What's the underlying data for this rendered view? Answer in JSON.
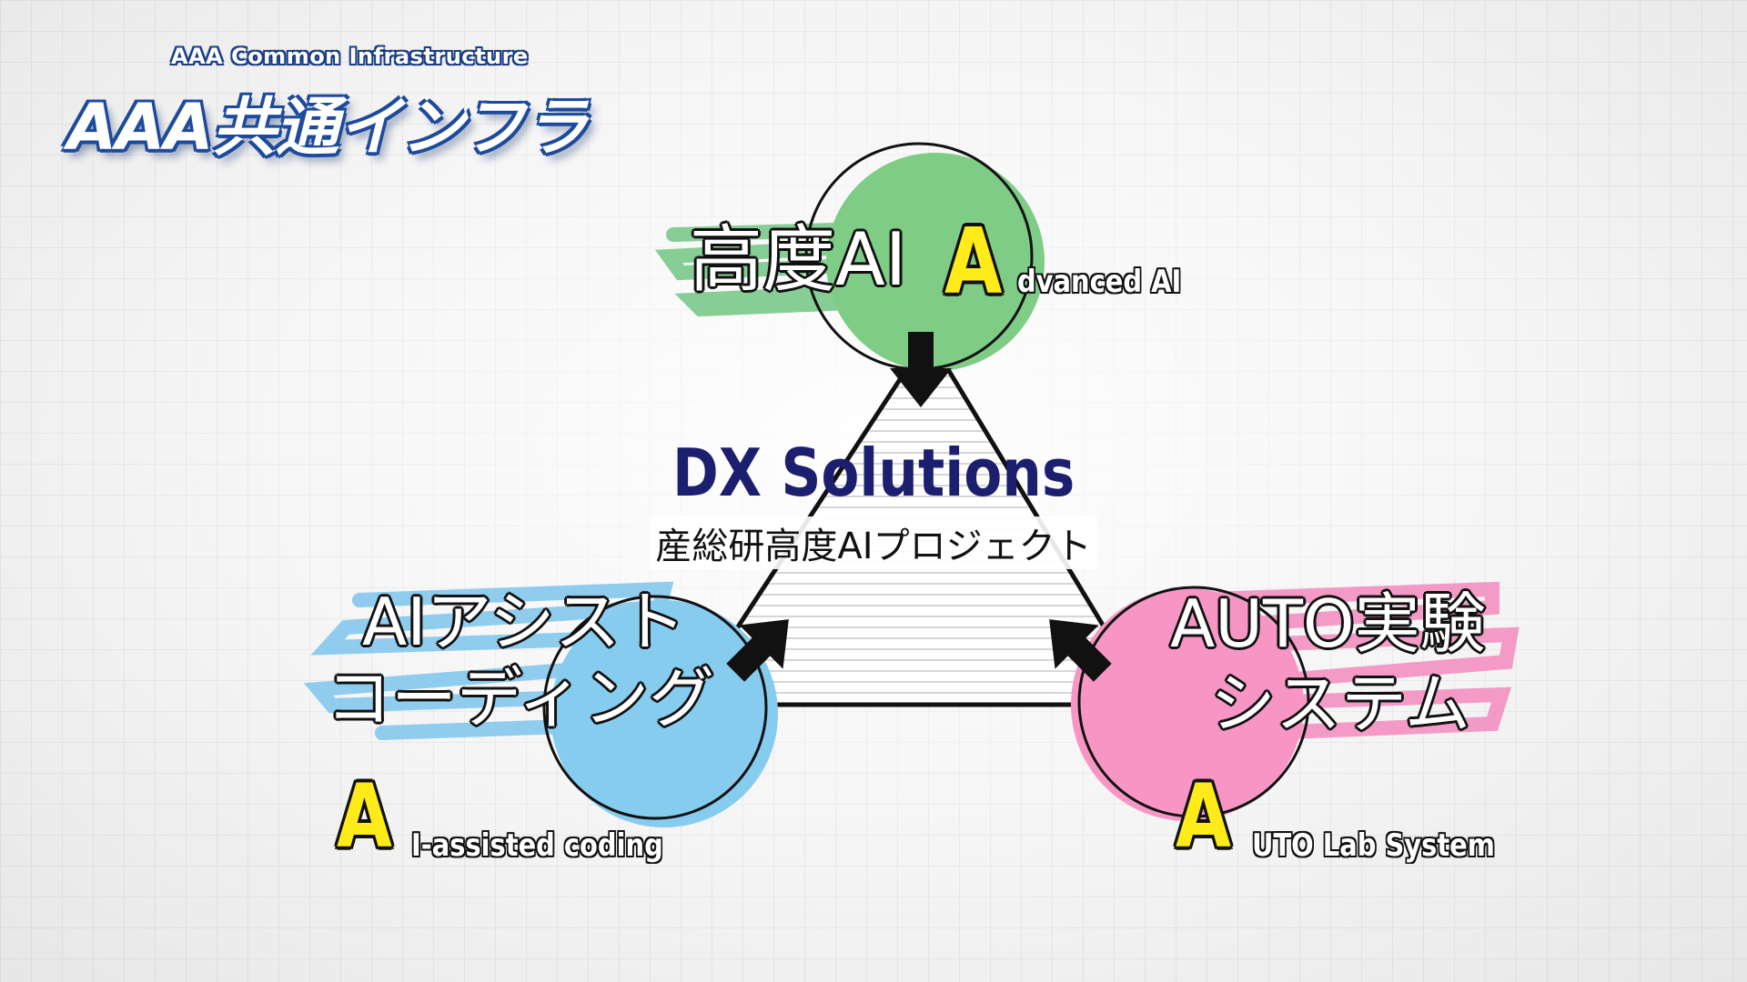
{
  "logo": {
    "subtitle": "AAA Common Infrastructure",
    "title": "AAA共通インフラ"
  },
  "center": {
    "title": "DX Solutions",
    "subtitle": "産総研高度AIプロジェクト"
  },
  "nodes": {
    "top": {
      "label": "高度AI",
      "letter": "A",
      "english": "dvanced AI",
      "color": "#7fcc86"
    },
    "left": {
      "label_line1": "AIアシスト",
      "label_line2": "コーディング",
      "letter": "A",
      "english": "I-assisted coding",
      "color": "#86ccee"
    },
    "right": {
      "label_line1": "AUTO実験",
      "label_line2": "システム",
      "letter": "A",
      "english": "UTO Lab System",
      "color": "#f796c4"
    }
  },
  "colors": {
    "letter_highlight": "#ffeb1a",
    "title_navy": "#1b1f6e",
    "logo_blue": "#1e4a9c"
  }
}
